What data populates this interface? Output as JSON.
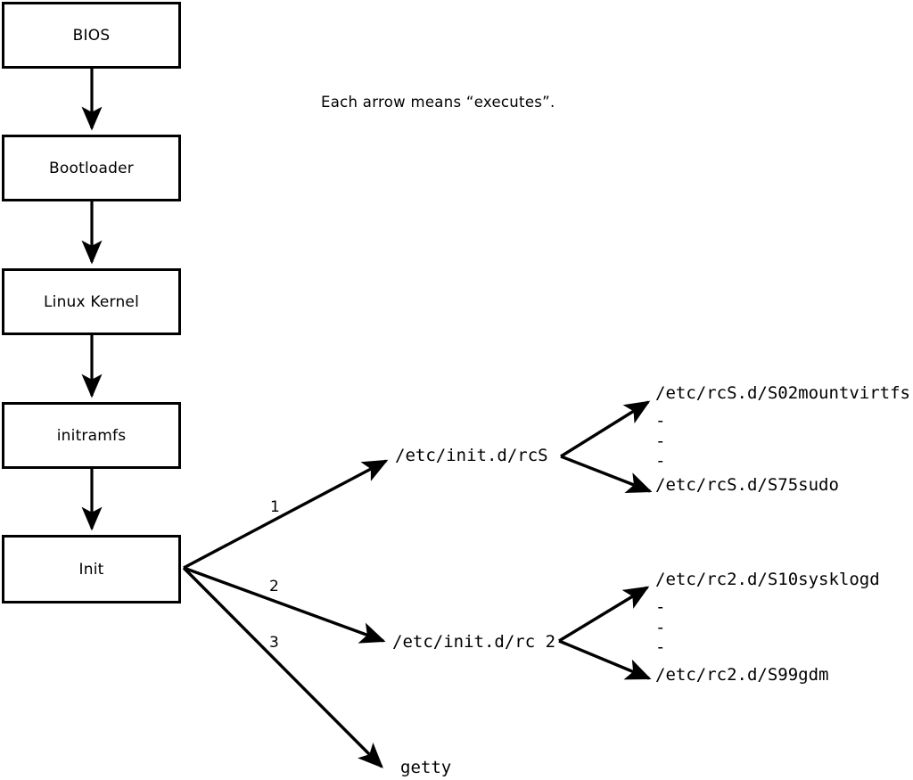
{
  "diagram": {
    "caption": "Each arrow means “executes”.",
    "boot_chain": [
      {
        "label": "BIOS"
      },
      {
        "label": "Bootloader"
      },
      {
        "label": "Linux Kernel"
      },
      {
        "label": "initramfs"
      },
      {
        "label": "Init"
      }
    ],
    "init_branches": [
      {
        "number": "1",
        "target": "/etc/init.d/rcS"
      },
      {
        "number": "2",
        "target": "/etc/init.d/rc 2"
      },
      {
        "number": "3",
        "target": "getty"
      }
    ],
    "rcs_scripts": {
      "first": "/etc/rcS.d/S02mountvirtfs",
      "ellipsis": "-\n-\n-",
      "last": "/etc/rcS.d/S75sudo"
    },
    "rc2_scripts": {
      "first": "/etc/rc2.d/S10sysklogd",
      "ellipsis": "-\n-\n-",
      "last": "/etc/rc2.d/S99gdm"
    },
    "colors": {
      "stroke": "#000000",
      "background": "#ffffff",
      "text": "#000000"
    }
  }
}
